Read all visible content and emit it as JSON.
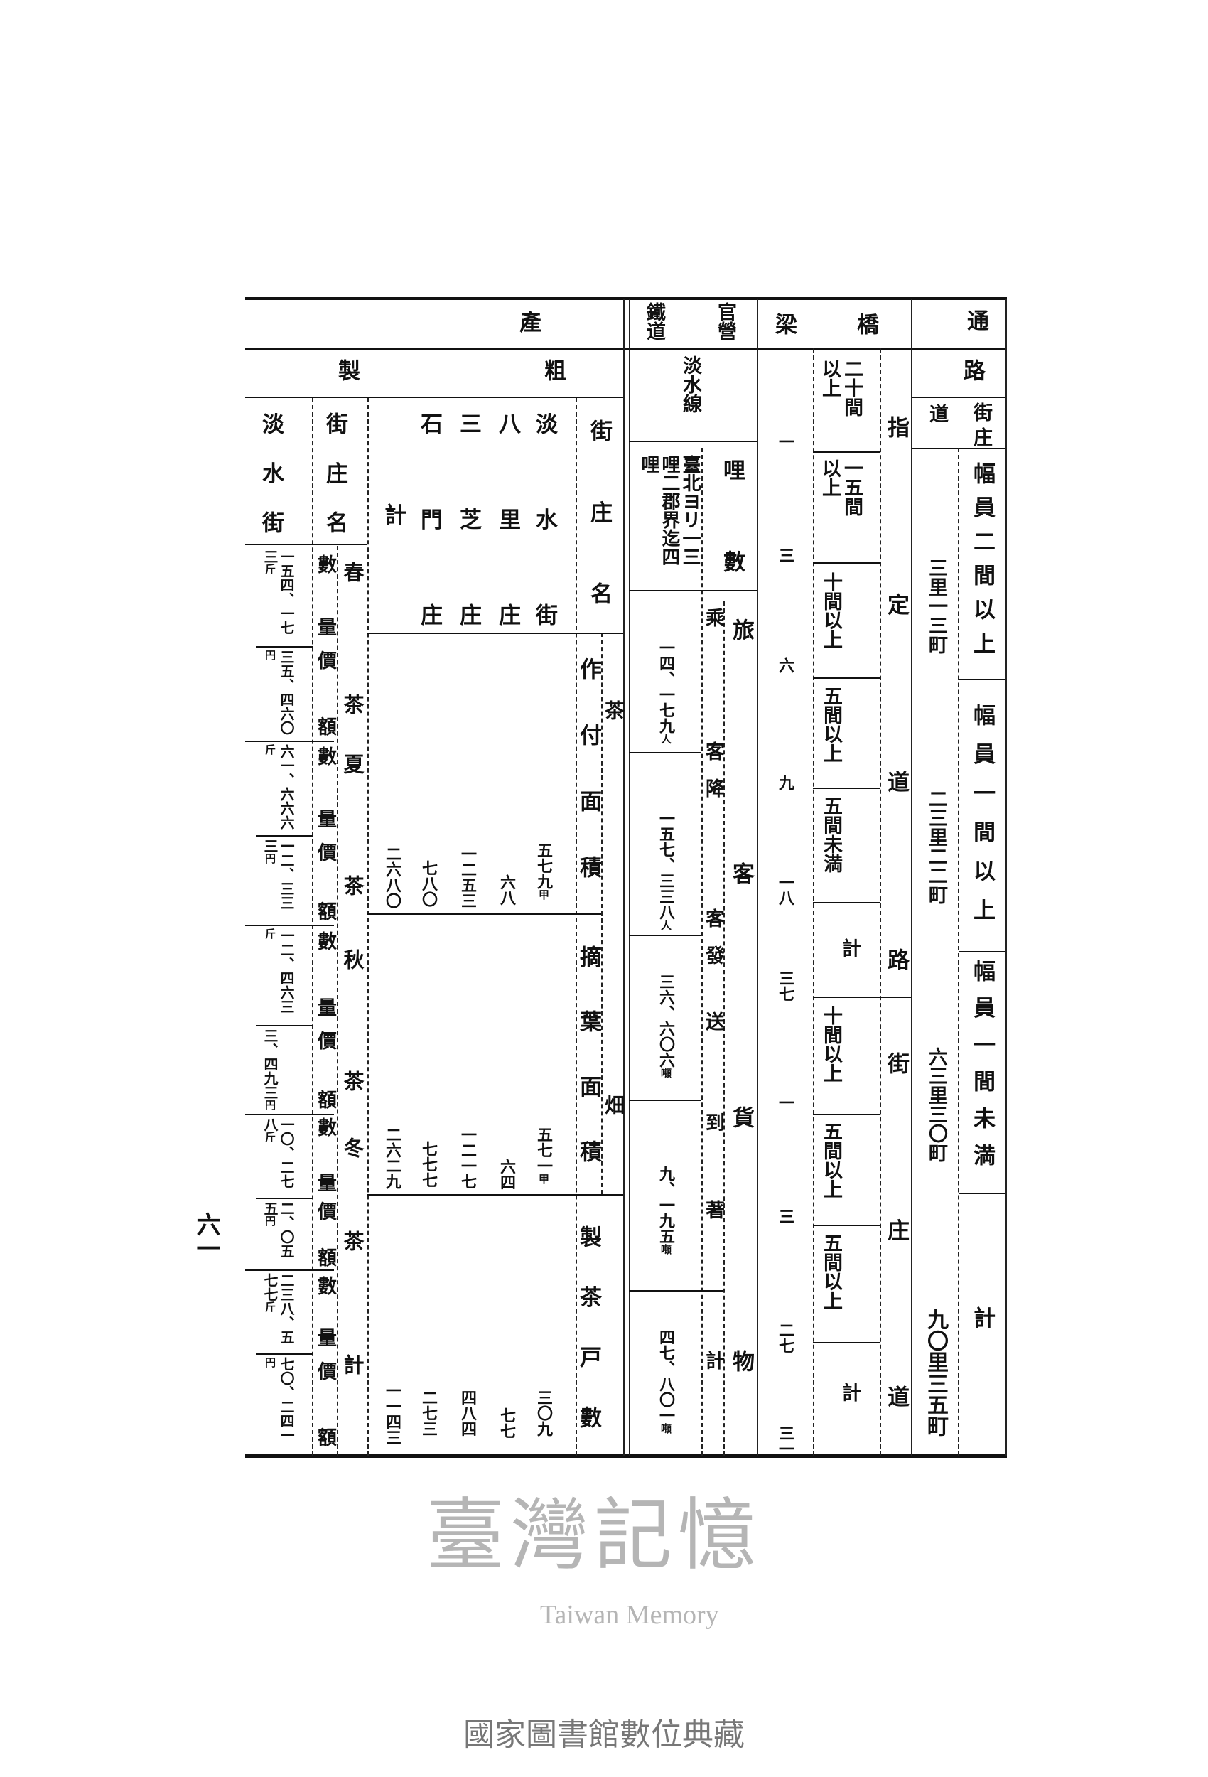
{
  "page_number": "六一",
  "footer": "國家圖書館數位典藏",
  "watermark": {
    "cn": "臺灣記憶",
    "en": "Taiwan Memory"
  },
  "roads": {
    "title": "通路",
    "col_header": "街庄",
    "col_header2": "道",
    "rows": [
      {
        "label": "幅員二間以上",
        "value": "三里一三町"
      },
      {
        "label": "幅員一間以上",
        "value": "二三里二二町"
      },
      {
        "label": "幅員一間未満",
        "value": "六三里三〇町"
      },
      {
        "label": "計",
        "value": "九〇里三五町"
      }
    ]
  },
  "bridges": {
    "title_a": "橋",
    "title_b": "梁",
    "group1": "指定道路",
    "group2": "街庄道",
    "rows": [
      {
        "label": "二十間以上",
        "value": "一"
      },
      {
        "label": "一五間以上",
        "value": "三"
      },
      {
        "label": "十間以上",
        "value": "六"
      },
      {
        "label": "五間以上",
        "value": "九"
      },
      {
        "label": "五間未満",
        "value": "一八"
      },
      {
        "label": "計",
        "value": "三七"
      },
      {
        "label": "十間以上",
        "value": "一"
      },
      {
        "label": "五間以上",
        "value": "三"
      },
      {
        "label": "五間以上",
        "value": "二七"
      },
      {
        "label": "計",
        "value": "三一"
      }
    ]
  },
  "railway": {
    "title_a": "官營",
    "title_b": "鐵道",
    "line": "淡水線",
    "mileage_label": "哩數",
    "mileage_value": "臺北ヨリ一三哩二郡界迄四哩",
    "traffic_label": "旅客貨物",
    "rows": [
      {
        "label": "乘客",
        "value": "一四、一七九",
        "unit": "人"
      },
      {
        "label": "降客",
        "value": "一五七、三三八",
        "unit": "人"
      },
      {
        "label": "發送",
        "value": "三六、六〇六",
        "unit": "噸"
      },
      {
        "label": "到著",
        "value": "九、一九五",
        "unit": "噸"
      },
      {
        "label": "計",
        "value": "四七、八〇一",
        "unit": "噸"
      }
    ]
  },
  "production": {
    "title": "產",
    "crude_title": "粗",
    "made_title": "製",
    "town_label": "街庄名",
    "field_label_a": "茶",
    "field_label_b": "畑",
    "towns": [
      "淡水街",
      "八里庄",
      "三芝庄",
      "石門庄",
      "計"
    ],
    "planted_label": "作付面積",
    "planted": [
      "五七九",
      "六八",
      "一二五三",
      "七八〇",
      "二六八〇"
    ],
    "picked_label": "摘葉面積",
    "picked": [
      "五七一",
      "六四",
      "一二一七",
      "七七七",
      "二六二九"
    ],
    "households_label": "製茶戸數",
    "households": [
      "三〇九",
      "七七",
      "四八四",
      "二七三",
      "一一四三"
    ],
    "area_unit": "甲"
  },
  "tea": {
    "town_label": "街庄名",
    "town": "淡水街",
    "qty_label": "數量",
    "value_label": "價額",
    "seasons": [
      {
        "name": "春茶",
        "qty": "一五四、一七三",
        "val": "三五、四六〇"
      },
      {
        "name": "夏茶",
        "qty": "六一、六六六",
        "val": "一二、三三三"
      },
      {
        "name": "秋茶",
        "qty": "一二、四六三",
        "val": "三、四九三"
      },
      {
        "name": "冬茶",
        "qty": "一〇、二七八",
        "val": "二、〇五五"
      },
      {
        "name": "計",
        "qty": "二三八、五七七",
        "val": "七〇、二四一"
      }
    ],
    "qty_unit": "斤",
    "val_unit": "円"
  }
}
